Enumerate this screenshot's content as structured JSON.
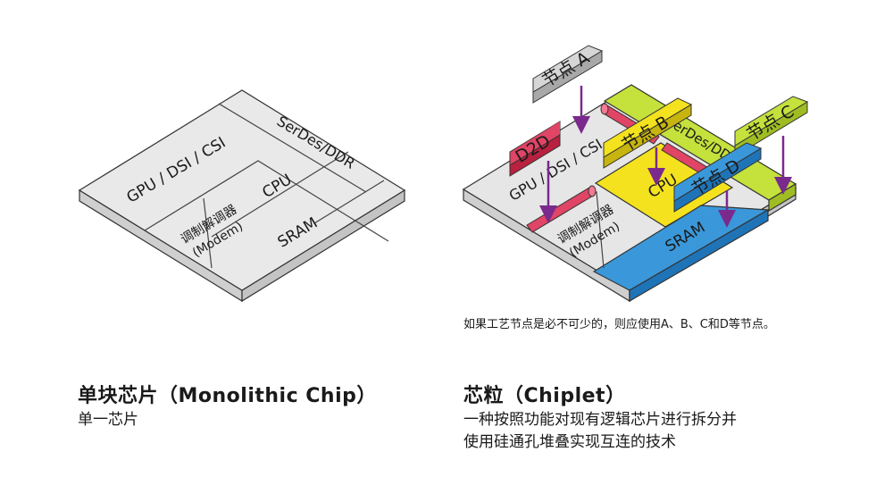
{
  "monolithic": {
    "blocks": {
      "gpu": "GPU / DSI / CSI",
      "serdes": "SerDes/DDR",
      "cpu": "CPU",
      "modem_cn": "调制解调器",
      "modem_en": "(Modem)",
      "sram": "SRAM"
    },
    "title": "单块芯片（Monolithic Chip）",
    "subtitle": "单一芯片"
  },
  "chiplet": {
    "blocks": {
      "gpu": "GPU / DSI / CSI",
      "serdes": "SerDes/DDR",
      "cpu": "CPU",
      "modem_cn": "调制解调器",
      "modem_en": "(Modem)",
      "sram": "SRAM",
      "d2d": "D2D"
    },
    "nodes": {
      "a": "节点 A",
      "b": "节点 B",
      "c": "节点 C",
      "d": "节点 D"
    },
    "note": "如果工艺节点是必不可少的，则应使用A、B、C和D等节点。",
    "title": "芯粒（Chiplet）",
    "subtitle_line1": "一种按照功能对现有逻辑芯片进行拆分并",
    "subtitle_line2": "使用硅通孔堆叠实现互连的技术"
  },
  "colors": {
    "chip_top": "#e9e9e9",
    "chip_side": "#cfcfcf",
    "lime": "#c4e13c",
    "yellow": "#f4e21e",
    "blue": "#3a98da",
    "red": "#e04565",
    "arrow": "#7a2a8c",
    "node_gray": "#d6d6d6"
  }
}
